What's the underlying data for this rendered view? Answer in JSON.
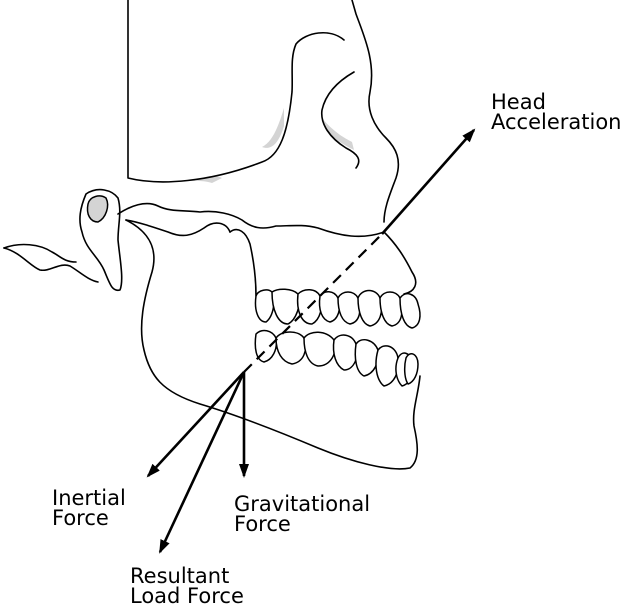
{
  "labels": {
    "head_acceleration": "Head\nAcceleration",
    "inertial_force": "Inertial\nForce",
    "gravitational_force": "Gravitational\nForce",
    "resultant_load_force": "Resultant\nLoad Force"
  },
  "colors": {
    "line": "#000000",
    "shading": "#d4d4d4",
    "background": "#ffffff"
  }
}
